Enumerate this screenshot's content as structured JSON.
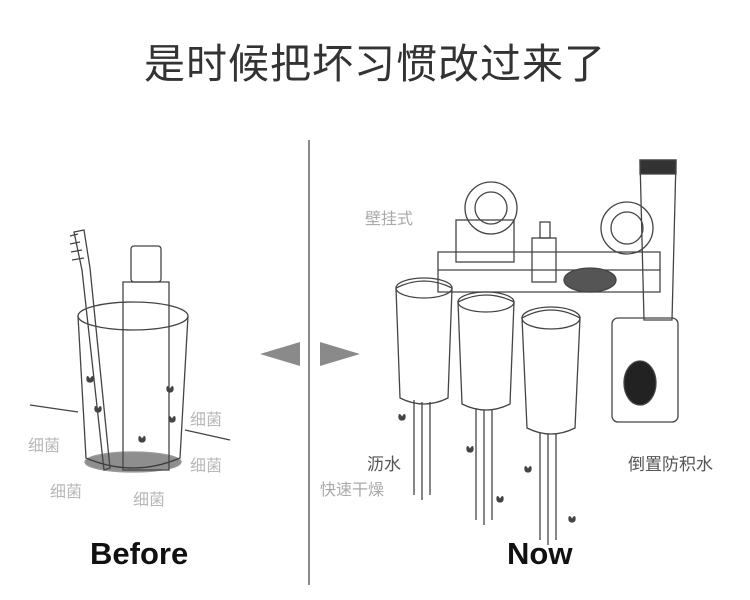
{
  "title": "是时候把坏习惯改过来了",
  "before": {
    "caption": "Before",
    "labels": [
      "细菌",
      "细菌",
      "细菌",
      "细菌",
      "细菌"
    ]
  },
  "now": {
    "caption": "Now",
    "wall_mount": "壁挂式",
    "drain": "沥水",
    "quick_dry": "快速干燥",
    "anti_water": "倒置防积水"
  }
}
